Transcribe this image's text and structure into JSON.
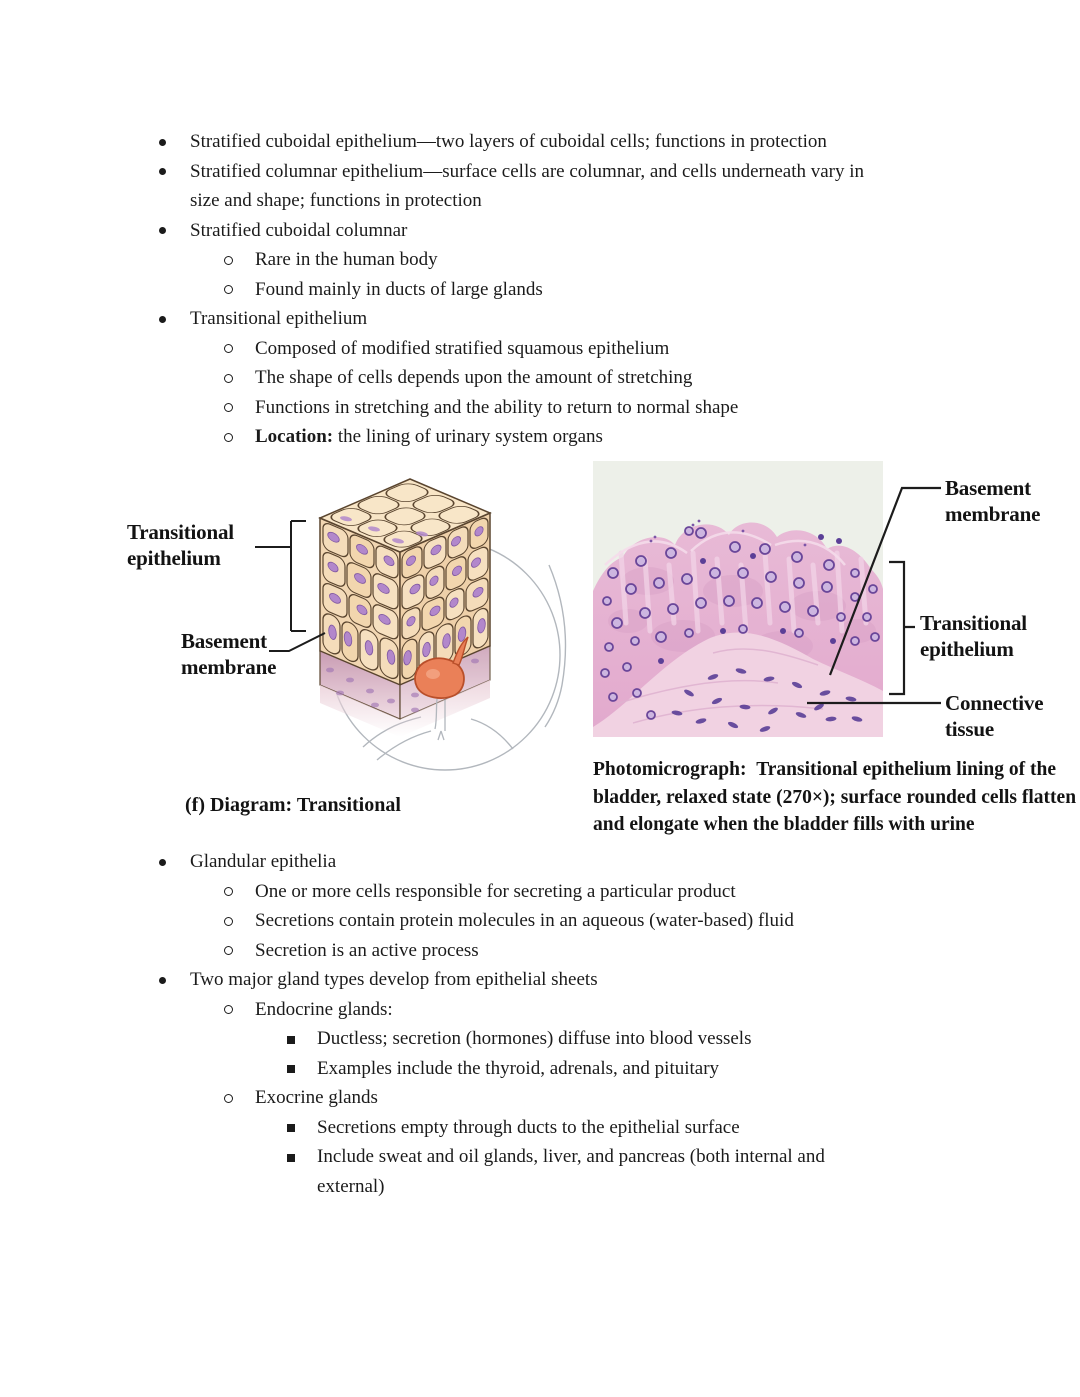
{
  "document": {
    "background": "#ffffff",
    "text_color": "#1b1b1b"
  },
  "bullets_top": [
    {
      "level": 1,
      "text": "Stratified cuboidal epithelium—two layers of cuboidal cells; functions in protection"
    },
    {
      "level": 1,
      "text": "Stratified columnar epithelium—surface cells are columnar, and cells underneath vary in size and shape; functions in protection"
    },
    {
      "level": 1,
      "text": "Stratified cuboidal columnar"
    },
    {
      "level": 2,
      "text": "Rare in the human body"
    },
    {
      "level": 2,
      "text": "Found mainly in ducts of large glands"
    },
    {
      "level": 1,
      "text": "Transitional epithelium"
    },
    {
      "level": 2,
      "text": "Composed of modified stratified squamous epithelium"
    },
    {
      "level": 2,
      "text": "The shape of cells depends upon the amount of stretching"
    },
    {
      "level": 2,
      "text": "Functions in stretching and the ability to return to normal shape"
    },
    {
      "level": 2,
      "bold": "Location:",
      "text": " the lining of urinary system organs"
    }
  ],
  "bullets_bottom": [
    {
      "level": 1,
      "text": "Glandular epithelia"
    },
    {
      "level": 2,
      "text": "One or more cells responsible for secreting a particular product"
    },
    {
      "level": 2,
      "text": "Secretions contain protein molecules in an aqueous (water-based) fluid"
    },
    {
      "level": 2,
      "text": "Secretion is an active process"
    },
    {
      "level": 1,
      "text": "Two major gland types develop from epithelial sheets"
    },
    {
      "level": 2,
      "text": "Endocrine glands:"
    },
    {
      "level": 3,
      "text": "Ductless; secretion (hormones) diffuse into blood vessels"
    },
    {
      "level": 3,
      "text": "Examples include the thyroid, adrenals, and pituitary"
    },
    {
      "level": 2,
      "text": "Exocrine glands"
    },
    {
      "level": 3,
      "text": "Secretions empty through ducts to the epithelial surface"
    },
    {
      "level": 3,
      "text": "Include sweat and oil glands, liver, and pancreas (both internal and external)"
    }
  ],
  "figures": {
    "diagram": {
      "transitional_label": "Transitional epithelium",
      "basement_label": "Basement membrane",
      "caption": "(f) Diagram: Transitional",
      "cell_color": "#f4dcba",
      "cell_stroke": "#5a452f",
      "nucleus_color": "#b287cb",
      "nucleus_stroke": "#8159a2",
      "basement_color": "#d4a9bd",
      "bladder_color": "#ea8058",
      "bladder_stroke": "#b94f2a",
      "sketch_color": "#b2b7bd"
    },
    "micrograph": {
      "basement_label": "Basement membrane",
      "transitional_label": "Transitional epithelium",
      "connective_label": "Connective tissue",
      "caption_bold": "Photomicrograph:",
      "caption_text": "Transitional epithelium lining of the bladder, relaxed state (270×); surface rounded cells flatten and elongate when the bladder fills with urine",
      "background_color": "#edf0e9",
      "tissue_color": "#e8bad6",
      "tissue_color_deep": "#e2a9cd",
      "connective_color": "#f1d2e2",
      "nucleus_ring_fill": "#cdb6e0",
      "nucleus_ring_stroke": "#6a4699",
      "nucleus_solid": "#5b3f97",
      "annotation_color": "#1c1c1c"
    }
  }
}
